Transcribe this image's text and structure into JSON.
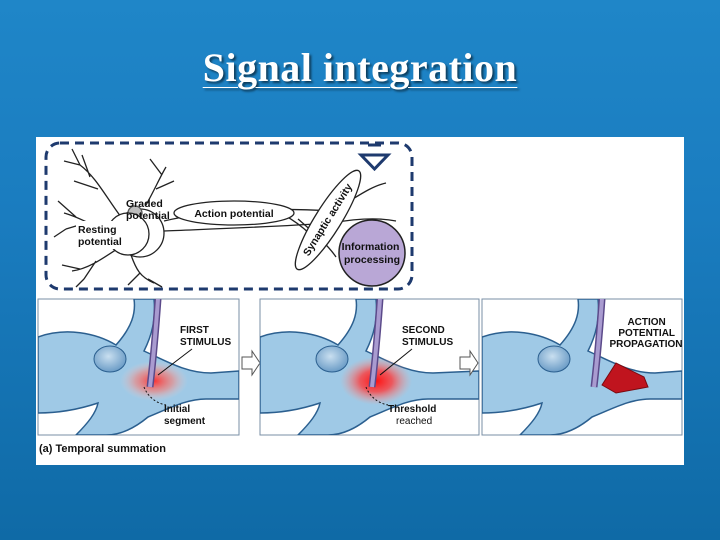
{
  "slide": {
    "title": "Signal integration"
  },
  "overview": {
    "graded_potential": [
      "Graded",
      "potential"
    ],
    "resting_potential": [
      "Resting",
      "potential"
    ],
    "action_potential": "Action potential",
    "synaptic_activity": "Synaptic activity",
    "information_processing": [
      "Information",
      "processing"
    ]
  },
  "panels": {
    "p1_stimulus": [
      "FIRST",
      "STIMULUS"
    ],
    "p1_segment": [
      "Initial",
      "segment"
    ],
    "p2_stimulus": [
      "SECOND",
      "STIMULUS"
    ],
    "p2_threshold": [
      "Threshold",
      "reached"
    ],
    "p3_label": [
      "ACTION",
      "POTENTIAL",
      "PROPAGATION"
    ]
  },
  "caption": "(a) Temporal summation",
  "colors": {
    "background": "#1a7cbf",
    "neuron_fill": "#9fc9e6",
    "neuron_stroke": "#2b5f8f",
    "stimulus_glow": "#ff3b3b",
    "propagation": "#c0141e",
    "dashed_border": "#1e3a6e",
    "info_circle": "#b9a7d6"
  },
  "icons": {
    "down_arrow": "down-arrow-icon",
    "right_arrow": "right-arrow-icon"
  }
}
